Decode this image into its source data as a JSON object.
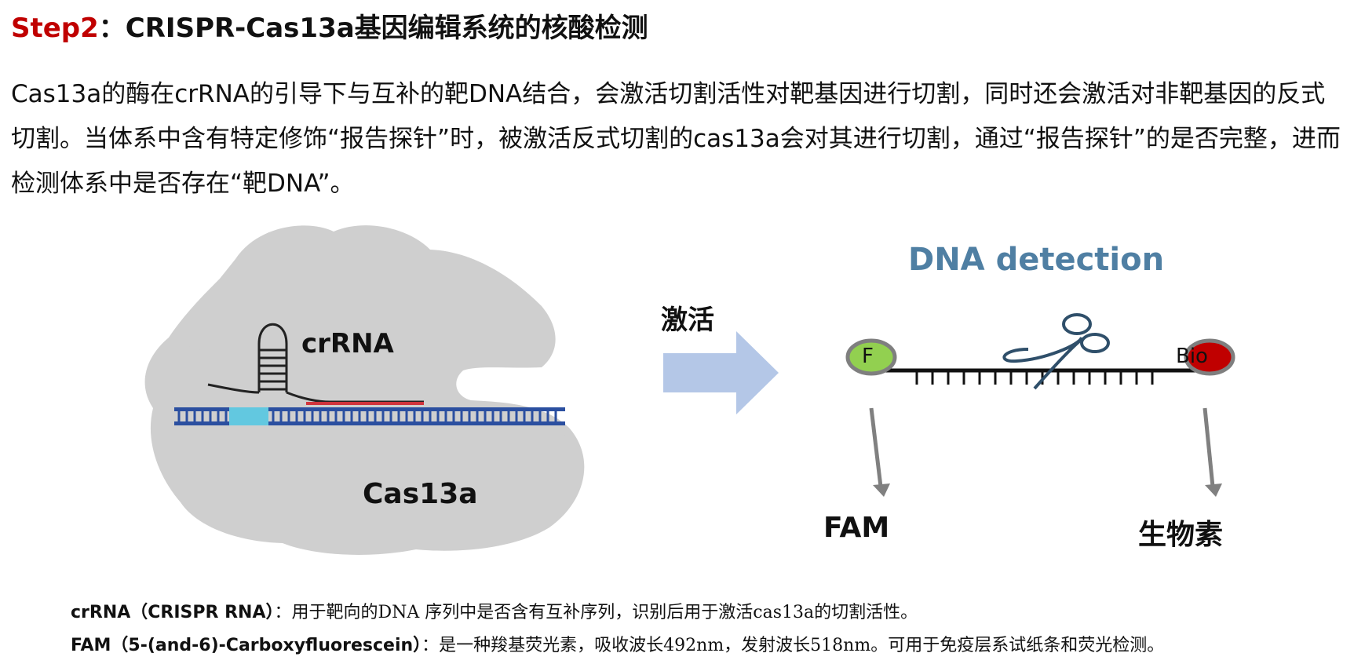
{
  "title": {
    "step": "Step2",
    "rest": "：CRISPR-Cas13a基因编辑系统的核酸检测"
  },
  "intro": "Cas13a的酶在crRNA的引导下与互补的靶DNA结合，会激活切割活性对靶基因进行切割，同时还会激活对非靶基因的反式切割。当体系中含有特定修饰“报告探针”时，被激活反式切割的cas13a会对其进行切割，通过“报告探针”的是否完整，进而检测体系中是否存在“靶DNA”。",
  "diagram": {
    "crrna_label": "crRNA",
    "cas_label": "Cas13a",
    "activate_label": "激活",
    "detection_title": "DNA detection",
    "f_marker": "F",
    "bio_marker": "Bio",
    "fam_label": "FAM",
    "biotin_label": "生物素"
  },
  "notes": {
    "crrna_term": "crRNA（CRISPR RNA）",
    "crrna_desc": "：用于靶向的DNA 序列中是否含有互补序列，识别后用于激活cas13a的切割活性。",
    "fam_term": "FAM（5-(and-6)-Carboxyfluorescein）",
    "fam_desc": "：是一种羧基荧光素，吸收波长492nm，发射波长518nm。可用于免疫层系试纸条和荧光检测。"
  },
  "colors": {
    "step_red": "#c00000",
    "detection_blue": "#4f7fa3",
    "blob_gray": "#cfcfcf",
    "dna_blue": "#2b4fa0",
    "dna_red": "#d0343c",
    "dna_cyan": "#62c8e0",
    "arrow_blue": "#b4c7e7",
    "f_green": "#92d050",
    "bio_red": "#c00000",
    "scissors": "#2f4f6a",
    "pointer_gray": "#808080"
  }
}
